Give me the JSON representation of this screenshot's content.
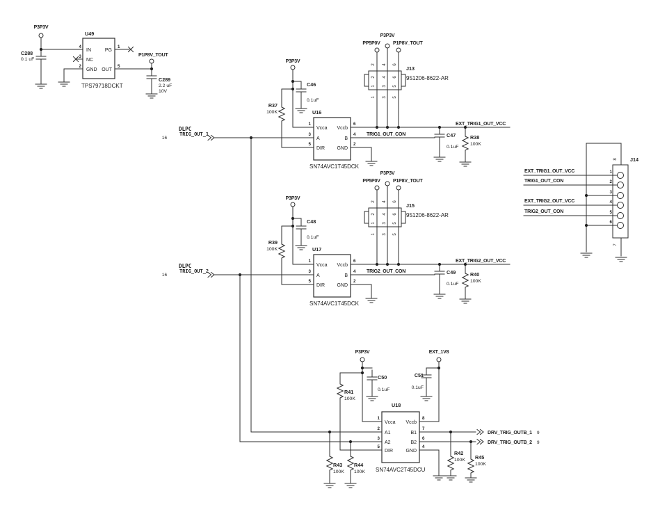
{
  "nets": {
    "p3p3v": "P3P3V",
    "pp5p0v": "PP5P0V",
    "p1p8v_tout": "P1P8V_TOUT",
    "ext_1v8": "EXT_1V8",
    "trig1_out_con": "TRIG1_OUT_CON",
    "trig2_out_con": "TRIG2_OUT_CON",
    "ext_trig1_out_vcc": "EXT_TRIG1_OUT_VCC",
    "ext_trig2_out_vcc": "EXT_TRIG2_OUT_VCC",
    "drv_trig_outb_1": "DRV_TRIG_OUTB_1",
    "drv_trig_outb_2": "DRV_TRIG_OUTB_2"
  },
  "hier": {
    "dlpc": "DLPC",
    "trig_out_1": "TRIG_OUT_1",
    "trig_out_2": "TRIG_OUT_2",
    "sheet_16": "16",
    "sheet_9": "9"
  },
  "u49": {
    "ref": "U49",
    "part": "TPS79718DCKT",
    "pin_in": "IN",
    "pin_nc": "NC",
    "pin_gnd": "GND",
    "pin_pg": "PG",
    "pin_out": "OUT",
    "num_in": "4",
    "num_nc": "3",
    "num_gnd": "2",
    "num_pg": "1",
    "num_out": "5"
  },
  "c288": {
    "ref": "C288",
    "value": "0.1 uF"
  },
  "c289": {
    "ref": "C289",
    "value": "2.2 uF",
    "rating": "10V"
  },
  "u16": {
    "ref": "U16",
    "part": "SN74AVC1T45DCK"
  },
  "u17": {
    "ref": "U17",
    "part": "SN74AVC1T45DCK"
  },
  "lvl": {
    "vcca": "Vcca",
    "vccb": "Vccb",
    "a": "A",
    "b": "B",
    "dir": "DIR",
    "gnd": "GND",
    "n_vcca": "1",
    "n_vccb": "6",
    "n_a": "3",
    "n_b": "4",
    "n_dir": "5",
    "n_gnd": "2"
  },
  "u18": {
    "ref": "U18",
    "part": "SN74AVC2T45DCU",
    "vcca": "Vcca",
    "vccb": "Vccb",
    "a1": "A1",
    "a2": "A2",
    "b1": "B1",
    "b2": "B2",
    "dir": "DIR",
    "gnd": "GND",
    "n_vcca": "1",
    "n_vccb": "8",
    "n_a1": "2",
    "n_a2": "3",
    "n_b1": "7",
    "n_b2": "6",
    "n_dir": "5",
    "n_gnd": "4"
  },
  "j13": {
    "ref": "J13",
    "part": "951206-8622-AR"
  },
  "j15": {
    "ref": "J15",
    "part": "951206-8622-AR"
  },
  "j14": {
    "ref": "J14",
    "n1": "1",
    "n2": "2",
    "n3": "3",
    "n4": "4",
    "n5": "5",
    "n6": "6",
    "n7": "7",
    "n8": "8"
  },
  "jp": {
    "p1": "1",
    "p2": "2",
    "p3": "3",
    "p4": "4",
    "p5": "5",
    "p6": "6"
  },
  "r37": {
    "ref": "R37",
    "value": "100K"
  },
  "r38": {
    "ref": "R38",
    "value": "100K"
  },
  "r39": {
    "ref": "R39",
    "value": "100K"
  },
  "r40": {
    "ref": "R40",
    "value": "100K"
  },
  "r41": {
    "ref": "R41",
    "value": "100K"
  },
  "r42": {
    "ref": "R42",
    "value": "100K"
  },
  "r43": {
    "ref": "R43",
    "value": "100K"
  },
  "r44": {
    "ref": "R44",
    "value": "100K"
  },
  "r45": {
    "ref": "R45",
    "value": "100K"
  },
  "c46": {
    "ref": "C46",
    "value": "0.1uF"
  },
  "c47": {
    "ref": "C47",
    "value": "0.1uF"
  },
  "c48": {
    "ref": "C48",
    "value": "0.1uF"
  },
  "c49": {
    "ref": "C49",
    "value": "0.1uF"
  },
  "c50": {
    "ref": "C50",
    "value": "0.1uF"
  },
  "c51": {
    "ref": "C51",
    "value": "0.1uF"
  },
  "colors": {
    "ink": "#202020",
    "background": "#ffffff"
  }
}
